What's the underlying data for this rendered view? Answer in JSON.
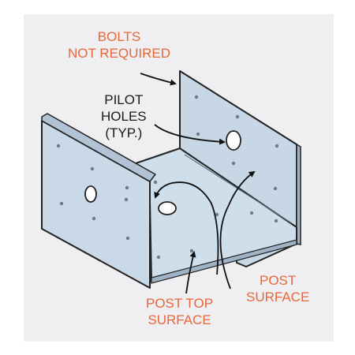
{
  "labels": {
    "bolts": [
      "BOLTS",
      "NOT REQUIRED"
    ],
    "pilot": [
      "PILOT",
      "HOLES",
      "(TYP.)"
    ],
    "post_surface": [
      "POST",
      "SURFACE"
    ],
    "post_top": [
      "POST TOP",
      "SURFACE"
    ]
  },
  "colors": {
    "annotation": "#e8663a",
    "metal": "#c9d9e8",
    "outline": "#222222",
    "background": "#efeff1"
  }
}
